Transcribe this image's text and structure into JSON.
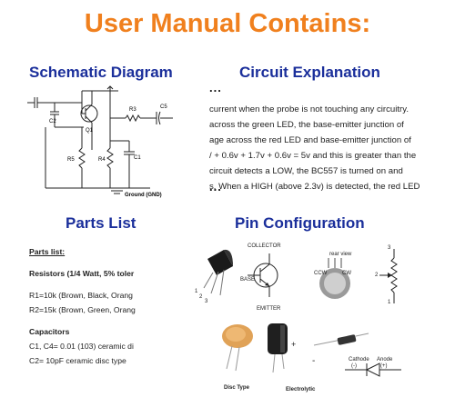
{
  "title": "User Manual Contains:",
  "sections": {
    "schematic": "Schematic Diagram",
    "explanation": "Circuit Explanation",
    "parts": "Parts List",
    "pins": "Pin Configuration"
  },
  "dots": "...",
  "schematic_labels": {
    "c2": "C2",
    "q1": "Q1",
    "r3": "R3",
    "c5": "C5",
    "r5": "R5",
    "r4": "R4",
    "c1": "C1",
    "ground": "Ground (GND)"
  },
  "explanation_lines": [
    "current when the probe is not touching any circuitry.",
    "across the green LED, the base-emitter junction of",
    "age across the red LED and base-emitter junction of",
    "/ + 0.6v + 1.7v + 0.6v = 5v and this is greater than the",
    "circuit detects a LOW, the BC557 is turned on and",
    "s. When a HIGH (above 2.3v) is detected, the red LED"
  ],
  "parts_lines": [
    "Parts list:",
    "Resistors (1/4 Watt, 5% toler",
    "R1=10k (Brown, Black, Orang",
    "R2=15k (Brown, Green, Orang",
    "Capacitors",
    "C1, C4= 0.01 (103) ceramic di",
    "C2= 10pF ceramic disc type"
  ],
  "pin_labels": {
    "collector": "COLLECTOR",
    "base": "BASE",
    "emitter": "EMITTER",
    "pin1": "1",
    "pin2": "2",
    "pin3": "3",
    "rear_view": "rear view",
    "ccw": "CCW",
    "cw": "CW",
    "disc_type": "Disc Type",
    "electrolytic": "Electrolytic",
    "cathode": "Cathode",
    "anode": "Anode",
    "minus": "(-)",
    "plus": "(+)"
  },
  "colors": {
    "title": "#f0801e",
    "heading": "#1b2f9b"
  }
}
